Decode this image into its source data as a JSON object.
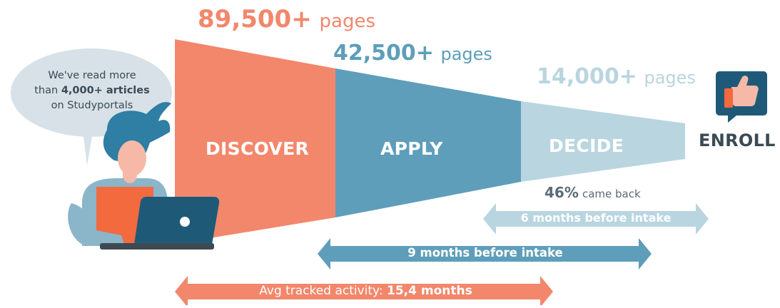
{
  "colors": {
    "discover": "#F2876C",
    "apply": "#5E9EBA",
    "decide": "#B9D5E0",
    "enroll_text": "#3B4A55",
    "bubble": "#D7E1E7",
    "bubble_text": "#3B4A55",
    "came_back_text": "#5A6B78",
    "icon_bg": "#1E5A78"
  },
  "headers": [
    {
      "number": "89,500+",
      "unit": "pages"
    },
    {
      "number": "42,500+",
      "unit": "pages"
    },
    {
      "number": "14,000+",
      "unit": "pages"
    }
  ],
  "stages": {
    "discover": "DISCOVER",
    "apply": "APPLY",
    "decide": "DECIDE",
    "enroll": "ENROLL"
  },
  "bubble": {
    "line1": "We've read more",
    "line2_prefix": "than ",
    "line2_bold": "4,000+ articles",
    "line3": "on Studyportals"
  },
  "came_back": {
    "percent": "46%",
    "text": "came back"
  },
  "arrows": {
    "six_months": "6 months before intake",
    "nine_months": "9 months before intake",
    "avg_prefix": "Avg tracked activity: ",
    "avg_bold": "15,4 months"
  },
  "icons": {
    "enroll": "thumbs-up-icon",
    "person": "person-with-laptop-illustration"
  }
}
